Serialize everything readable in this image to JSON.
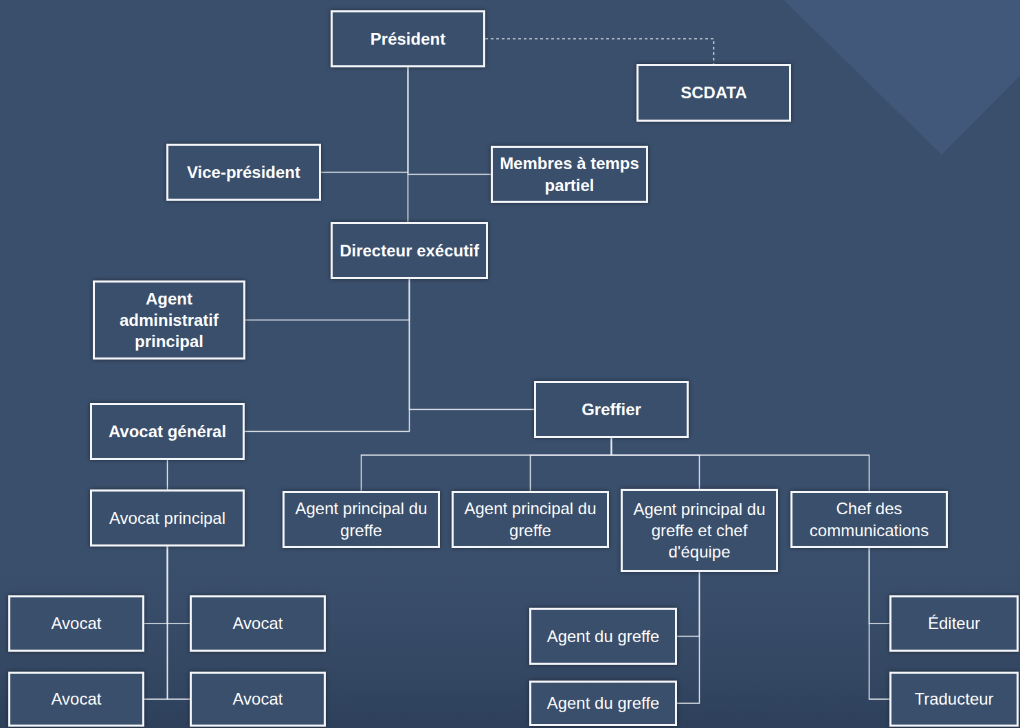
{
  "diagram": {
    "nodes": [
      {
        "text": [
          "Président"
        ]
      },
      {
        "text": [
          "SCDATA"
        ]
      },
      {
        "text": [
          "Vice-président"
        ]
      },
      {
        "text": [
          "Membres à temps partiel"
        ]
      },
      {
        "text": [
          "Directeur exécutif"
        ]
      },
      {
        "text": [
          "Agent administratif principal"
        ]
      },
      {
        "text": [
          "Greffier"
        ]
      },
      {
        "text": [
          "Avocat général"
        ]
      },
      {
        "text": [
          "Avocat principal"
        ]
      },
      {
        "text": [
          "Agent principal du greffe"
        ]
      },
      {
        "text": [
          "Agent principal du greffe"
        ]
      },
      {
        "text": [
          "Agent principal du greffe et chef d'équipe"
        ]
      },
      {
        "text": [
          "Chef des communications"
        ]
      },
      {
        "text": [
          "Avocat"
        ]
      },
      {
        "text": [
          "Avocat"
        ]
      },
      {
        "text": [
          "Agent du greffe"
        ]
      },
      {
        "text": [
          "Éditeur"
        ]
      },
      {
        "text": [
          "Avocat"
        ]
      },
      {
        "text": [
          "Avocat"
        ]
      },
      {
        "text": [
          "Agent du greffe"
        ]
      },
      {
        "text": [
          "Traducteur"
        ]
      }
    ],
    "edges": [
      {
        "from": 0,
        "to": 1,
        "arrow": "none"
      },
      {
        "from": 0,
        "to": 2,
        "arrow": "none"
      },
      {
        "from": 0,
        "to": 3,
        "arrow": "none"
      },
      {
        "from": 0,
        "to": 4,
        "arrow": "none"
      },
      {
        "from": 4,
        "to": 5,
        "arrow": "none"
      },
      {
        "from": 4,
        "to": 7,
        "arrow": "none"
      },
      {
        "from": 4,
        "to": 6,
        "arrow": "none"
      },
      {
        "from": 7,
        "to": 8,
        "arrow": "none"
      },
      {
        "from": 6,
        "to": 9,
        "arrow": "none"
      },
      {
        "from": 6,
        "to": 10,
        "arrow": "none"
      },
      {
        "from": 6,
        "to": 11,
        "arrow": "none"
      },
      {
        "from": 6,
        "to": 12,
        "arrow": "none"
      },
      {
        "from": 8,
        "to": 13,
        "arrow": "none"
      },
      {
        "from": 8,
        "to": 14,
        "arrow": "none"
      },
      {
        "from": 8,
        "to": 17,
        "arrow": "none"
      },
      {
        "from": 8,
        "to": 18,
        "arrow": "none"
      },
      {
        "from": 11,
        "to": 15,
        "arrow": "none"
      },
      {
        "from": 11,
        "to": 19,
        "arrow": "none"
      },
      {
        "from": 12,
        "to": 16,
        "arrow": "none"
      },
      {
        "from": 12,
        "to": 20,
        "arrow": "none"
      }
    ]
  }
}
